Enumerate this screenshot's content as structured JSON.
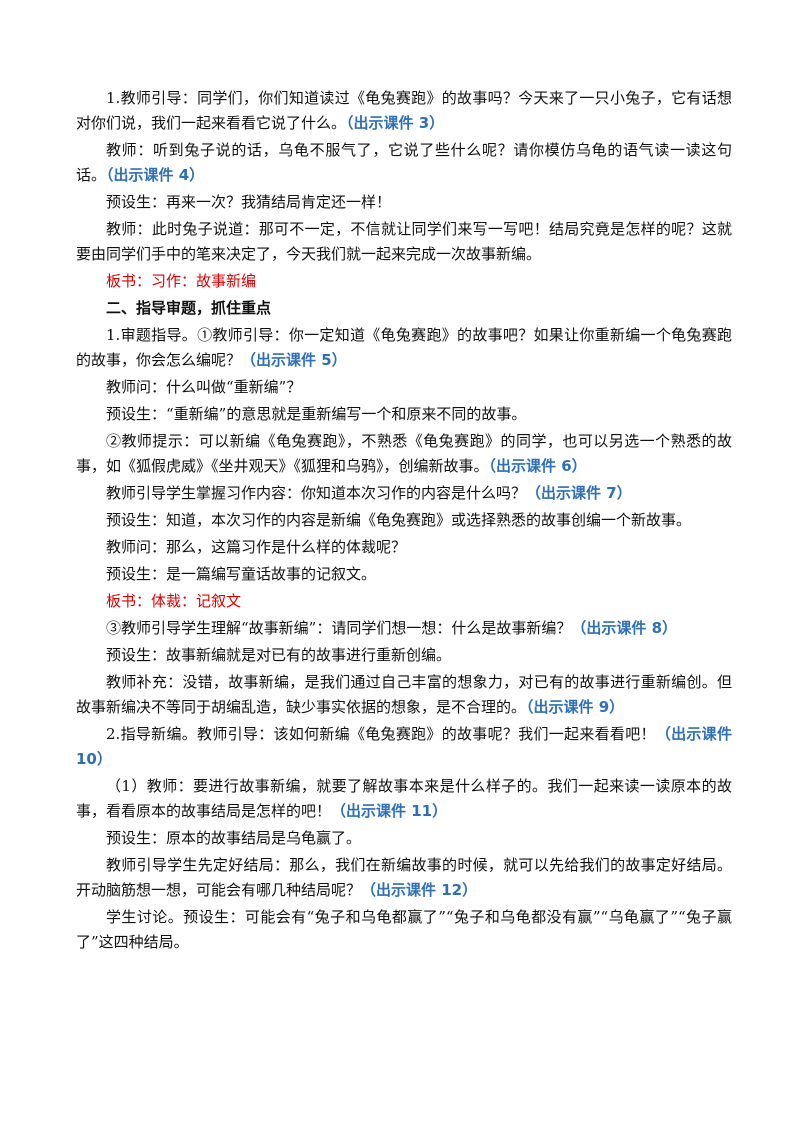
{
  "paragraphs": [
    {
      "text": "1.教师引导：同学们，你们知道读过《龟兔赛跑》的故事吗？今天来了一只小兔子，它有话想对你们说，我们一起来看看它说了什么。",
      "hint": "（出示课件 3）"
    },
    {
      "text": "教师：听到兔子说的话，乌龟不服气了，它说了些什么呢？请你模仿乌龟的语气读一读这句话。",
      "hint": "（出示课件 4）"
    },
    {
      "text": "预设生：再来一次？我猜结局肯定还一样！",
      "hint": ""
    },
    {
      "text": "教师：此时兔子说道：那可不一定，不信就让同学们来写一写吧！结局究竟是怎样的呢？这就要由同学们手中的笔来决定了，今天我们就一起来完成一次故事新编。",
      "hint": ""
    },
    {
      "board": "板书：习作：故事新编"
    },
    {
      "heading": "二、指导审题，抓住重点"
    },
    {
      "text": "1.审题指导。①教师引导：你一定知道《龟兔赛跑》的故事吧？如果让你重新编一个龟兔赛跑的故事，你会怎么编呢？",
      "hint": "（出示课件 5）"
    },
    {
      "text": "教师问：什么叫做“重新编”？",
      "hint": ""
    },
    {
      "text": "预设生：“重新编”的意思就是重新编写一个和原来不同的故事。",
      "hint": ""
    },
    {
      "text": "②教师提示：可以新编《龟兔赛跑》，不熟悉《龟兔赛跑》的同学，也可以另选一个熟悉的故事，如《狐假虎威》《坐井观天》《狐狸和乌鸦》，创编新故事。",
      "hint": "（出示课件 6）"
    },
    {
      "text": "教师引导学生掌握习作内容：你知道本次习作的内容是什么吗？",
      "hint": "（出示课件 7）"
    },
    {
      "text": "预设生：知道，本次习作的内容是新编《龟兔赛跑》或选择熟悉的故事创编一个新故事。",
      "hint": ""
    },
    {
      "text": "教师问：那么，这篇习作是什么样的体裁呢？",
      "hint": ""
    },
    {
      "text": "预设生：是一篇编写童话故事的记叙文。",
      "hint": ""
    },
    {
      "board": "板书：体裁：记叙文"
    },
    {
      "text": "③教师引导学生理解“故事新编”：请同学们想一想：什么是故事新编？",
      "hint": "（出示课件 8）"
    },
    {
      "text": "预设生：故事新编就是对已有的故事进行重新创编。",
      "hint": ""
    },
    {
      "text": "教师补充：没错，故事新编，是我们通过自己丰富的想象力，对已有的故事进行重新编创。但故事新编决不等同于胡编乱造，缺少事实依据的想象，是不合理的。",
      "hint": "（出示课件 9）"
    },
    {
      "text": "2.指导新编。教师引导：该如何新编《龟兔赛跑》的故事呢？我们一起来看看吧！",
      "hint": "（出示课件 10）"
    },
    {
      "text": "（1）教师：要进行故事新编，就要了解故事本来是什么样子的。我们一起来读一读原本的故事，看看原本的故事结局是怎样的吧！",
      "hint": "（出示课件 11）"
    },
    {
      "text": "预设生：原本的故事结局是乌龟赢了。",
      "hint": ""
    },
    {
      "text": "教师引导学生先定好结局：那么，我们在新编故事的时候，就可以先给我们的故事定好结局。开动脑筋想一想，可能会有哪几种结局呢？",
      "hint": "（出示课件 12）"
    },
    {
      "text": "学生讨论。预设生：可能会有“兔子和乌龟都赢了”“兔子和乌龟都没有赢”“乌龟赢了”“兔子赢了”这四种结局。",
      "hint": ""
    }
  ]
}
